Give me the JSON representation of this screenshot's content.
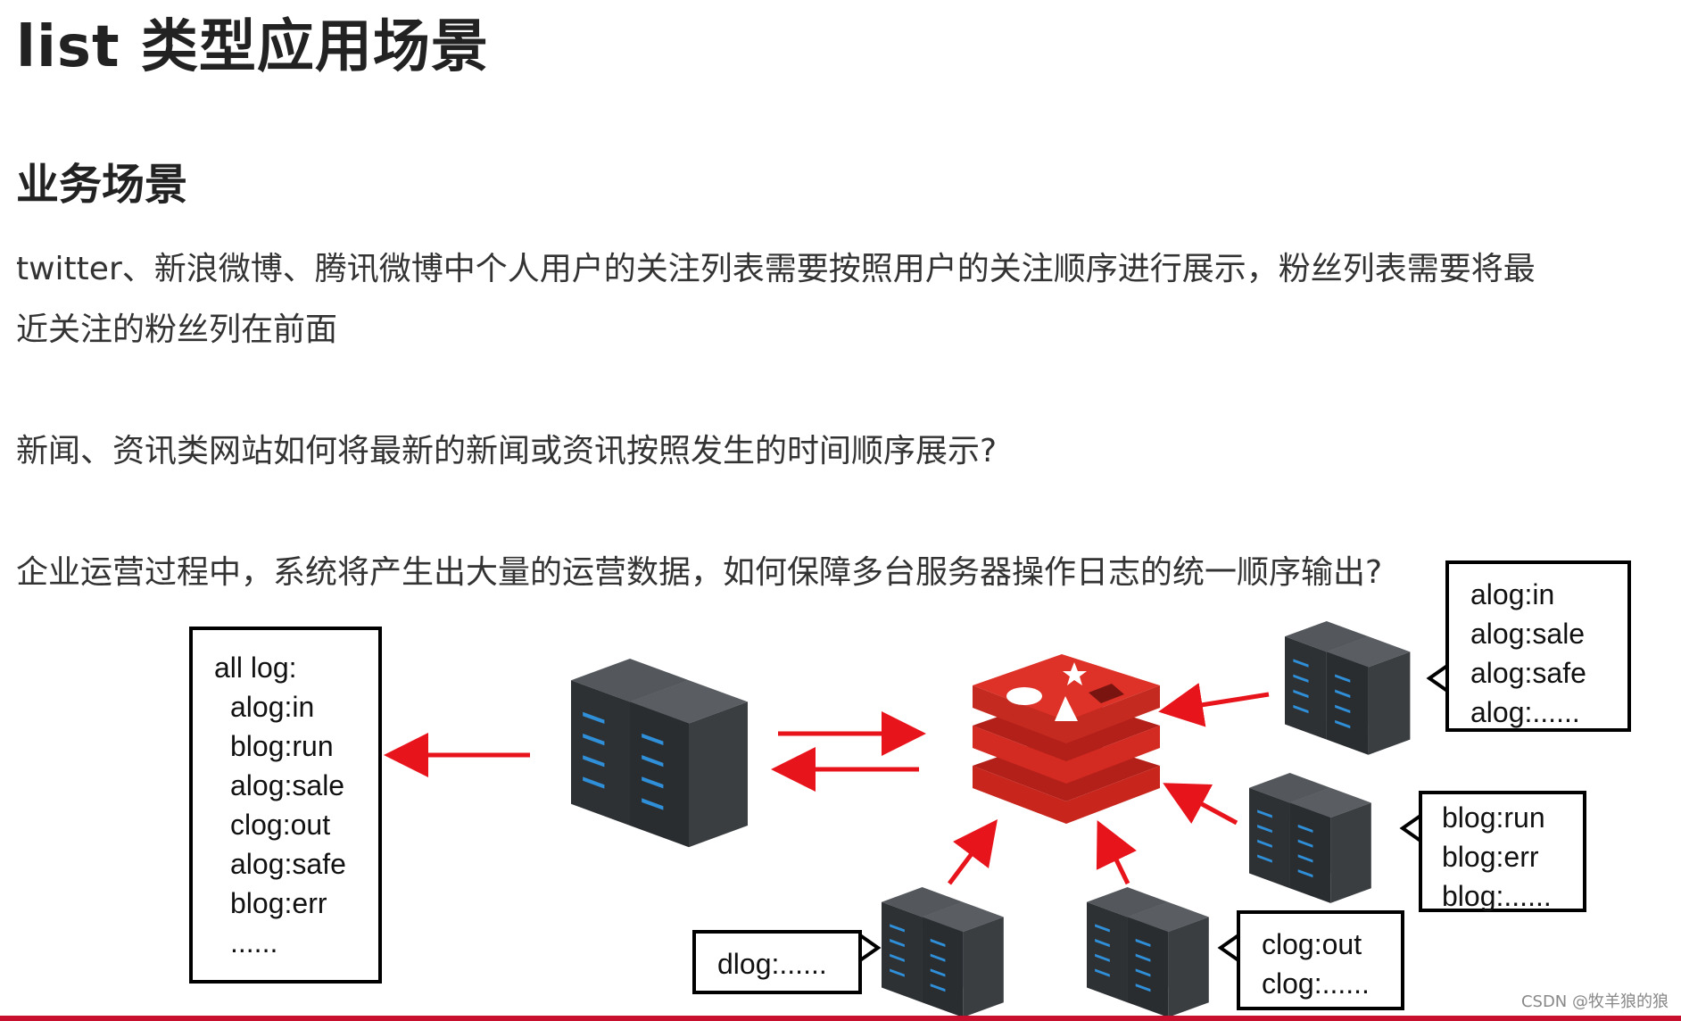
{
  "title": "list 类型应用场景",
  "section": "业务场景",
  "paragraphs": {
    "p1_line1": "twitter、新浪微博、腾讯微博中个人用户的关注列表需要按照用户的关注顺序进行展示，粉丝列表需要将最",
    "p1_line2": "近关注的粉丝列在前面",
    "p2": "新闻、资讯类网站如何将最新的新闻或资讯按照发生的时间顺序展示?",
    "p3": "企业运营过程中，系统将产生出大量的运营数据，如何保障多台服务器操作日志的统一顺序输出?"
  },
  "all_log": {
    "header": "all log:",
    "items": [
      "alog:in",
      "blog:run",
      "alog:sale",
      "clog:out",
      "alog:safe",
      "blog:err",
      "......"
    ]
  },
  "alog_box": [
    "alog:in",
    "alog:sale",
    "alog:safe",
    "alog:......"
  ],
  "blog_box": [
    "blog:run",
    "blog:err",
    "blog:......"
  ],
  "clog_box": [
    "clog:out",
    "clog:......"
  ],
  "dlog_box": [
    "dlog:......"
  ],
  "watermark": "CSDN @牧羊狼的狼",
  "colors": {
    "arrow": "#e8141c",
    "redis": "#d42a20",
    "server": "#3a3d40",
    "led": "#2f8fd8"
  },
  "icons": [
    "server-icon",
    "redis-logo-icon",
    "arrow-icon"
  ]
}
